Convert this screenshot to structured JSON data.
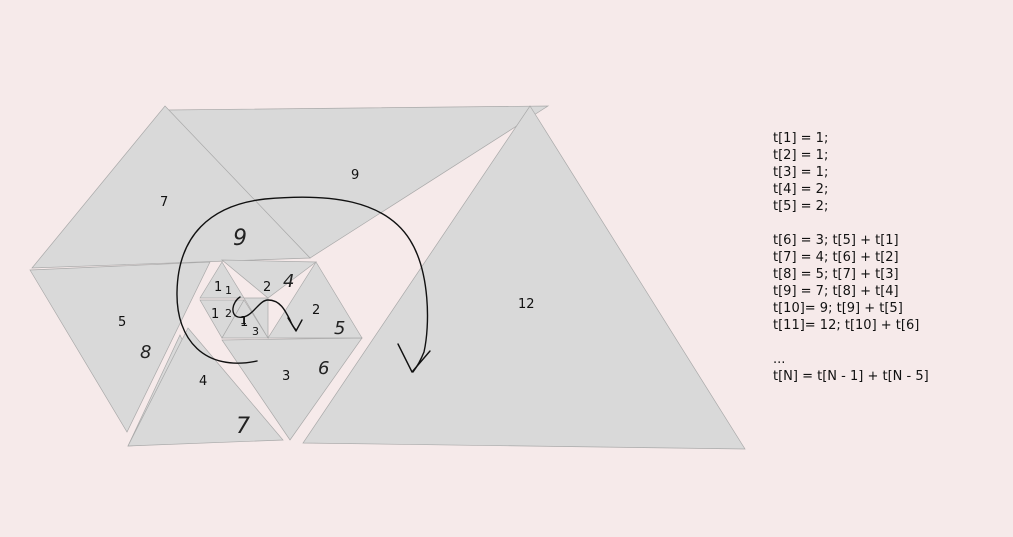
{
  "diagram": {
    "triangle_labels": {
      "t12": "12",
      "t9": "9",
      "t7": "7",
      "t5": "5",
      "t4": "4",
      "t3": "3",
      "t2a": "2",
      "t2b": "2",
      "t1a": "1",
      "t1b": "1",
      "t1c": "1"
    },
    "handwritten": {
      "h9": "9",
      "h8": "8",
      "h7": "7",
      "h6": "6",
      "h5": "5",
      "h4": "4",
      "h3": "3",
      "h2": "2",
      "h1a": "1",
      "h1b": "1"
    }
  },
  "formulas": {
    "base": [
      "t[1] = 1;",
      "t[2] = 1;",
      "t[3] = 1;",
      "t[4] = 2;",
      "t[5] = 2;"
    ],
    "recurrence": [
      "t[6] = 3; t[5] + t[1]",
      "t[7] = 4; t[6] + t[2]",
      "t[8] = 5; t[7] + t[3]",
      "t[9] = 7; t[8] + t[4]",
      "t[10]= 9; t[9] + t[5]",
      "t[11]= 12; t[10] + t[6]"
    ],
    "ellipsis": "...",
    "general": "t[N] = t[N - 1] + t[N - 5]"
  }
}
